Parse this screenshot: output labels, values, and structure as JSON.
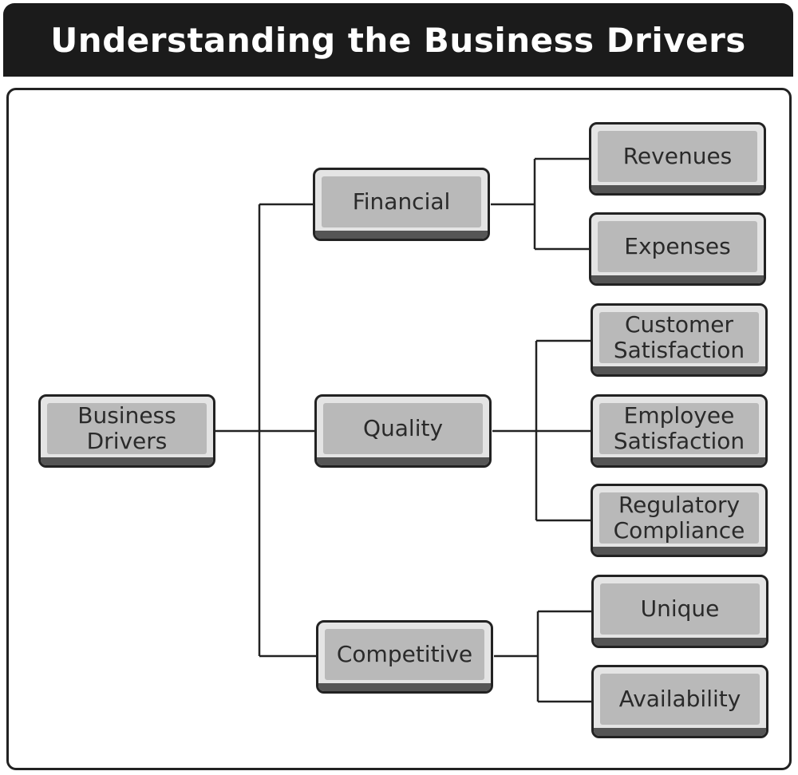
{
  "title": "Understanding the Business Drivers",
  "root": {
    "label": "Business Drivers"
  },
  "categories": [
    {
      "label": "Financial",
      "children": [
        "Revenues",
        "Expenses"
      ]
    },
    {
      "label": "Quality",
      "children": [
        "Customer Satisfaction",
        "Employee Satisfaction",
        "Regulatory Compliance"
      ]
    },
    {
      "label": "Competitive",
      "children": [
        "Unique",
        "Availability"
      ]
    }
  ]
}
